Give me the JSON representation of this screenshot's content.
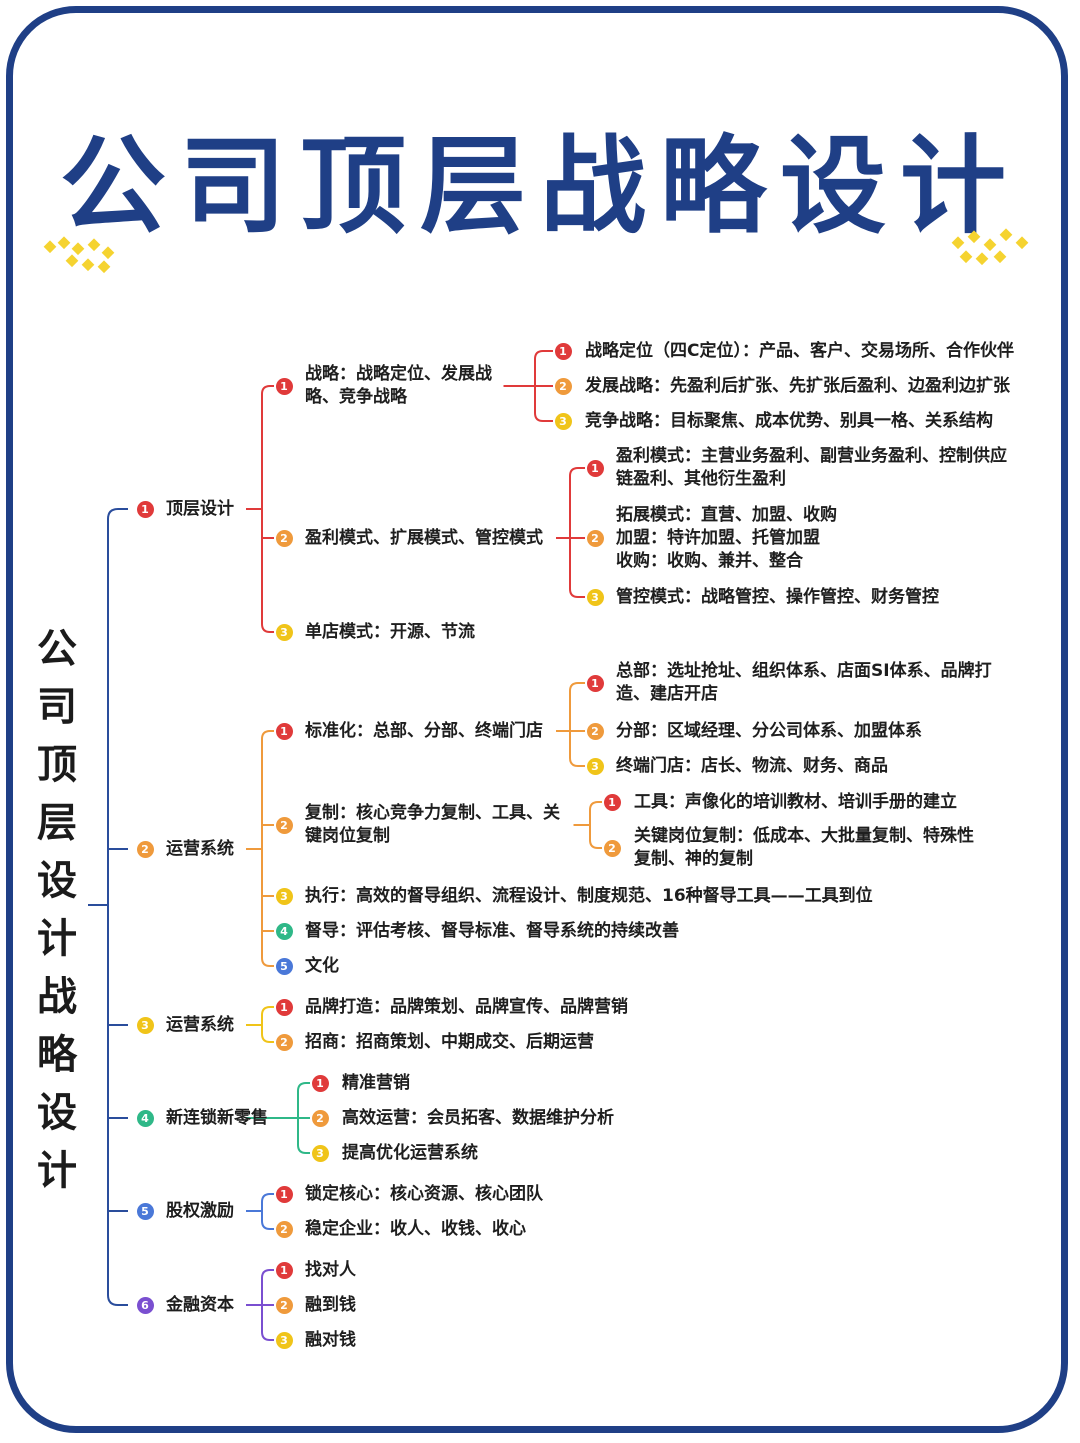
{
  "title": "公司顶层战略设计",
  "root": "公司顶层设计战略设计",
  "colors": {
    "frame": "#1f3f86",
    "red": "#e03a3a",
    "orange": "#ef9a3c",
    "yellow": "#f0c419",
    "green": "#2fb888",
    "blue": "#4a78d8",
    "purple": "#7a4fd0",
    "spine": "#2a4d9c"
  },
  "icons": [
    "sparkle-decoration-icon"
  ],
  "mindmap": {
    "branches": [
      {
        "num": "1",
        "label": "顶层设计",
        "children": [
          {
            "num": "1",
            "lines": [
              "战略：战略定位、发展战",
              "略、竞争战略"
            ],
            "children": [
              {
                "num": "1",
                "lines": [
                  "战略定位（四C定位）：产品、客户、交易场所、合作伙伴"
                ]
              },
              {
                "num": "2",
                "lines": [
                  "发展战略：先盈利后扩张、先扩张后盈利、边盈利边扩张"
                ]
              },
              {
                "num": "3",
                "lines": [
                  "竞争战略：目标聚焦、成本优势、别具一格、关系结构"
                ]
              }
            ]
          },
          {
            "num": "2",
            "lines": [
              "盈利模式、扩展模式、管控模式"
            ],
            "children": [
              {
                "num": "1",
                "lines": [
                  "盈利模式：主营业务盈利、副营业务盈利、控制供应",
                  "链盈利、其他衍生盈利"
                ]
              },
              {
                "num": "2",
                "lines": [
                  "拓展模式：直营、加盟、收购",
                  "加盟：特许加盟、托管加盟",
                  "收购：收购、兼并、整合"
                ]
              },
              {
                "num": "3",
                "lines": [
                  "管控模式：战略管控、操作管控、财务管控"
                ]
              }
            ]
          },
          {
            "num": "3",
            "lines": [
              "单店模式：开源、节流"
            ]
          }
        ]
      },
      {
        "num": "2",
        "label": "运营系统",
        "children": [
          {
            "num": "1",
            "lines": [
              "标准化：总部、分部、终端门店"
            ],
            "children": [
              {
                "num": "1",
                "lines": [
                  "总部：选址抢址、组织体系、店面SI体系、品牌打",
                  "造、建店开店"
                ]
              },
              {
                "num": "2",
                "lines": [
                  "分部：区域经理、分公司体系、加盟体系"
                ]
              },
              {
                "num": "3",
                "lines": [
                  "终端门店：店长、物流、财务、商品"
                ]
              }
            ]
          },
          {
            "num": "2",
            "lines": [
              "复制：核心竞争力复制、工具、关",
              "键岗位复制"
            ],
            "children": [
              {
                "num": "1",
                "lines": [
                  "工具：声像化的培训教材、培训手册的建立"
                ]
              },
              {
                "num": "2",
                "lines": [
                  "关键岗位复制：低成本、大批量复制、特殊性",
                  "复制、神的复制"
                ]
              }
            ]
          },
          {
            "num": "3",
            "lines": [
              "执行：高效的督导组织、流程设计、制度规范、16种督导工具——工具到位"
            ]
          },
          {
            "num": "4",
            "lines": [
              "督导：评估考核、督导标准、督导系统的持续改善"
            ]
          },
          {
            "num": "5",
            "lines": [
              "文化"
            ]
          }
        ]
      },
      {
        "num": "3",
        "label": "运营系统",
        "children": [
          {
            "num": "1",
            "lines": [
              "品牌打造：品牌策划、品牌宣传、品牌营销"
            ]
          },
          {
            "num": "2",
            "lines": [
              "招商：招商策划、中期成交、后期运营"
            ]
          }
        ]
      },
      {
        "num": "4",
        "label": "新连锁新零售",
        "children": [
          {
            "num": "1",
            "lines": [
              "精准营销"
            ]
          },
          {
            "num": "2",
            "lines": [
              "高效运营：会员拓客、数据维护分析"
            ]
          },
          {
            "num": "3",
            "lines": [
              "提高优化运营系统"
            ]
          }
        ]
      },
      {
        "num": "5",
        "label": "股权激励",
        "children": [
          {
            "num": "1",
            "lines": [
              "锁定核心：核心资源、核心团队"
            ]
          },
          {
            "num": "2",
            "lines": [
              "稳定企业：收人、收钱、收心"
            ]
          }
        ]
      },
      {
        "num": "6",
        "label": "金融资本",
        "children": [
          {
            "num": "1",
            "lines": [
              "找对人"
            ]
          },
          {
            "num": "2",
            "lines": [
              "融到钱"
            ]
          },
          {
            "num": "3",
            "lines": [
              "融对钱"
            ]
          }
        ]
      }
    ]
  }
}
